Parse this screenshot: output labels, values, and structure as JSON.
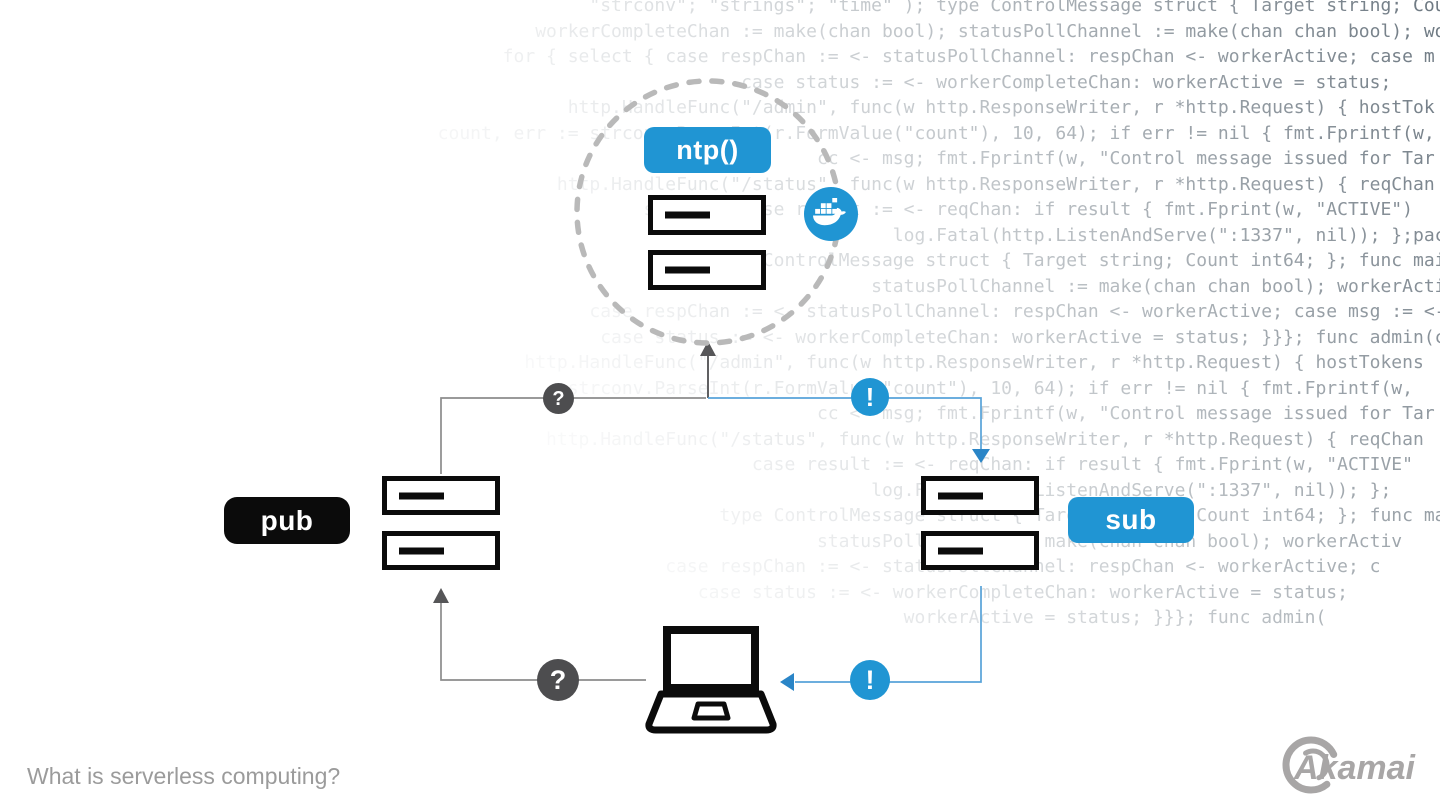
{
  "footer": {
    "question": "What is serverless computing?",
    "brand": "Akamai"
  },
  "diagram": {
    "function_badge": "ntp()",
    "publisher_badge": "pub",
    "subscriber_badge": "sub",
    "icons": {
      "question_glyph": "?",
      "exclamation_glyph": "!",
      "docker": "docker-whale-icon",
      "laptop": "laptop-icon"
    }
  },
  "colors": {
    "accent_blue": "#2095d3",
    "line_blue": "#58a3d9",
    "arrow_blue": "#2a85c7",
    "ink_black": "#0b0b0b",
    "question_gray": "#4d4d4f",
    "line_gray": "#8c8c8c",
    "dashed_circle_gray": "#b9b9b9",
    "code_text": "#55626d",
    "footer_gray": "#9b9b9b",
    "logo_gray": "#a8a6a6"
  },
  "background_code": {
    "language": "go",
    "lines": [
      "                                                           \"strconv\"; \"strings\"; \"time\" ); type ControlMessage struct { Target string; Cou",
      "                                                      workerCompleteChan := make(chan bool); statusPollChannel := make(chan chan bool); wo",
      "                                                   for { select { case respChan := <- statusPollChannel: respChan <- workerActive; case m",
      "                                                                         case status := <- workerCompleteChan: workerActive = status;",
      "                                                         http.HandleFunc(\"/admin\", func(w http.ResponseWriter, r *http.Request) { hostTok",
      "                                             count, err := strconv.ParseInt(r.FormValue(\"count\"), 10, 64); if err != nil { fmt.Fprintf(w,",
      "                                                                                cc <- msg; fmt.Fprintf(w, \"Control message issued for Tar",
      "                                                        http.HandleFunc(\"/status\", func(w http.ResponseWriter, r *http.Request) { reqChan",
      "                                                                select { case result := <- reqChan: if result { fmt.Fprint(w, \"ACTIVE\")",
      "                                                                                       log.Fatal(http.ListenAndServe(\":1337\", nil)); };pac",
      "                                                                      type ControlMessage struct { Target string; Count int64; }; func mai",
      "                                                                                     statusPollChannel := make(chan chan bool); workerActi",
      "                                                           case respChan := <- statusPollChannel: respChan <- workerActive; case msg := <-",
      "                                                            case status := <- workerCompleteChan: workerActive = status; }}}; func admin(c",
      "                                                     http.HandleFunc(\"/admin\", func(w http.ResponseWriter, r *http.Request) { hostTokens",
      "                                                         strconv.ParseInt(r.FormValue(\"count\"), 10, 64); if err != nil { fmt.Fprintf(w,",
      "                                                                                cc <- msg; fmt.Fprintf(w, \"Control message issued for Tar",
      "                                                       http.HandleFunc(\"/status\", func(w http.ResponseWriter, r *http.Request) { reqChan",
      "                                                                          case result := <- reqChan: if result { fmt.Fprint(w, \"ACTIVE\"",
      "                                                                                     log.Fatal(http.ListenAndServe(\":1337\", nil)); };",
      "                                                                       type ControlMessage struct { Target string; Count int64; }; func ma",
      "                                                                                statusPollChannel := make(chan chan bool); workerActiv",
      "                                                                  case respChan := <- statusPollChannel: respChan <- workerActive; c",
      "                                                                     case status := <- workerCompleteChan: workerActive = status;",
      "                                                                                        workerActive = status; }}}; func admin("
    ]
  }
}
